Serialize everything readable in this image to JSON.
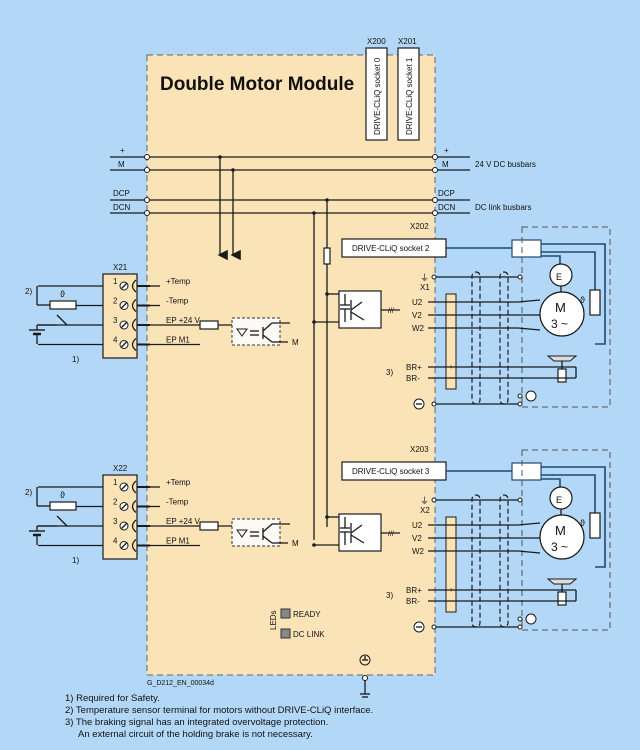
{
  "title": "Double Motor Module",
  "colors": {
    "background": "#b3d8f7",
    "module_fill": "#fbe3b8",
    "wire": "#1a1a1a",
    "led": "#888888"
  },
  "top_sockets": [
    {
      "id": "X200",
      "label": "DRIVE-CLiQ socket 0"
    },
    {
      "id": "X201",
      "label": "DRIVE-CLiQ socket 1"
    }
  ],
  "busbars": {
    "dc24": {
      "plus": "+",
      "minus": "M",
      "label": "24 V DC busbars"
    },
    "dclink": {
      "plus": "DCP",
      "minus": "DCN",
      "label": "DC link busbars"
    }
  },
  "input_connectors": [
    {
      "id": "X21",
      "pins": [
        "1",
        "2",
        "3",
        "4"
      ],
      "signals": [
        "+Temp",
        "-Temp",
        "EP +24 V",
        "EP M1"
      ],
      "note_sensor": "2)",
      "note_safety": "1)",
      "sensor_symbol": "ϑ",
      "opto_out": "M"
    },
    {
      "id": "X22",
      "pins": [
        "1",
        "2",
        "3",
        "4"
      ],
      "signals": [
        "+Temp",
        "-Temp",
        "EP +24 V",
        "EP M1"
      ],
      "note_sensor": "2)",
      "note_safety": "1)",
      "sensor_symbol": "ϑ",
      "opto_out": "M"
    }
  ],
  "motor_outputs": [
    {
      "socket_id": "X202",
      "socket_label": "DRIVE-CLiQ socket  2",
      "connector": "X1",
      "phases": [
        "U2",
        "V2",
        "W2"
      ],
      "brake": [
        "BR+",
        "BR-"
      ],
      "brake_note": "3)",
      "brake_polarity": [
        "+",
        "-"
      ],
      "encoder": "E",
      "motor_line1": "M",
      "motor_line2": "3 ~",
      "sensor_symbol": "ϑ"
    },
    {
      "socket_id": "X203",
      "socket_label": "DRIVE-CLiQ socket  3",
      "connector": "X2",
      "phases": [
        "U2",
        "V2",
        "W2"
      ],
      "brake": [
        "BR+",
        "BR-"
      ],
      "brake_note": "3)",
      "brake_polarity": [
        "+",
        "-"
      ],
      "encoder": "E",
      "motor_line1": "M",
      "motor_line2": "3 ~",
      "sensor_symbol": "ϑ"
    }
  ],
  "leds": {
    "group_label": "LEDs",
    "items": [
      "READY",
      "DC LINK"
    ]
  },
  "drawing_code": "G_D212_EN_00034d",
  "footnotes": [
    "1)  Required for Safety.",
    "2)  Temperature sensor terminal for motors without DRIVE-CLiQ interface.",
    "3)  The braking signal has an integrated overvoltage protection.",
    "An external circuit of the holding brake is not necessary."
  ]
}
